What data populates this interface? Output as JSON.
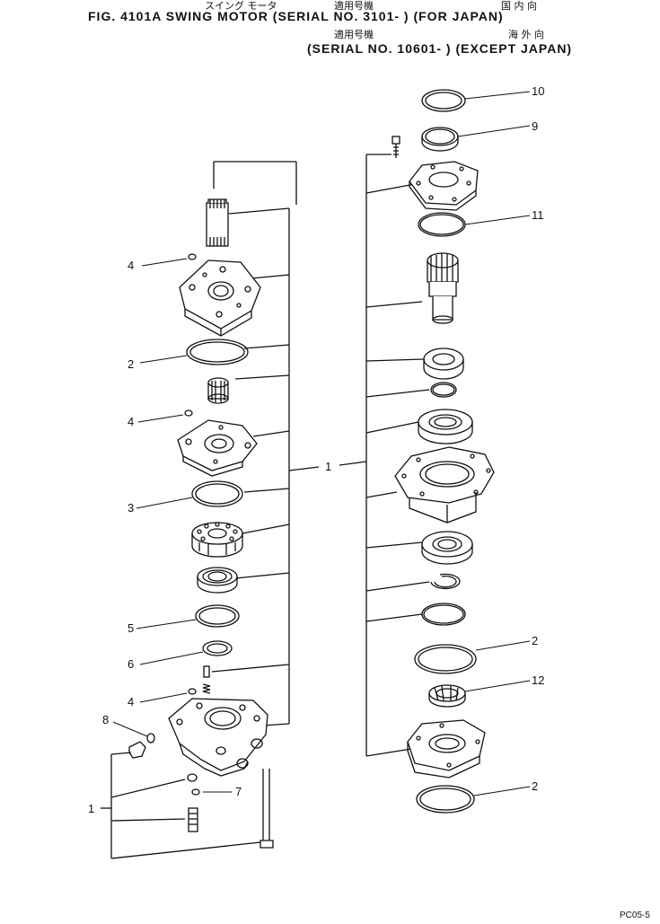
{
  "header": {
    "kana_line1_a": "スイング モータ",
    "kana_line1_b": "適用号機",
    "kana_line1_c": "国 内 向",
    "title_line1": "FIG. 4101A  SWING MOTOR  (SERIAL NO. 3101- ) (FOR JAPAN)",
    "kana_line2_a": "適用号機",
    "kana_line2_b": "海 外 向",
    "title_line2": "(SERIAL  NO. 10601- )  (EXCEPT  JAPAN)"
  },
  "callouts": {
    "c10": "10",
    "c9": "9",
    "c11": "11",
    "c4a": "4",
    "c2a": "2",
    "c4b": "4",
    "c1a": "1",
    "c3": "3",
    "c5": "5",
    "c6": "6",
    "c4c": "4",
    "c8": "8",
    "c2b": "2",
    "c12": "12",
    "c7": "7",
    "c2c": "2",
    "c1b": "1"
  },
  "footer": {
    "code": "PC05-5"
  }
}
